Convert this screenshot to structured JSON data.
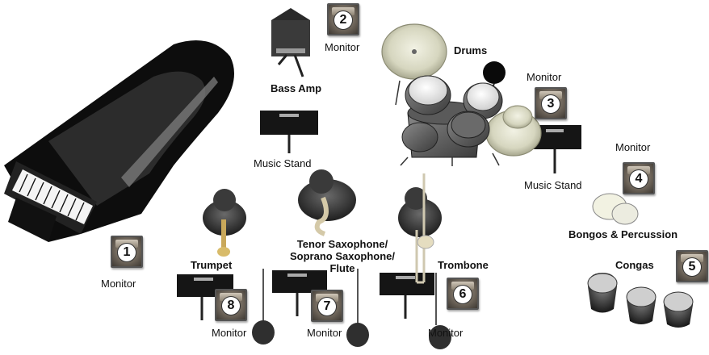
{
  "labels": {
    "monitor": "Monitor",
    "bass_amp": "Bass Amp",
    "drums": "Drums",
    "music_stand": "Music Stand",
    "trumpet": "Trumpet",
    "tenor_sax_line1": "Tenor Saxophone/",
    "tenor_sax_line2": "Soprano Saxophone/",
    "tenor_sax_line3": "Flute",
    "trombone": "Trombone",
    "bongos": "Bongos & Percussion",
    "congas": "Congas"
  },
  "monitors": [
    "1",
    "2",
    "3",
    "4",
    "5",
    "6",
    "7",
    "8"
  ]
}
